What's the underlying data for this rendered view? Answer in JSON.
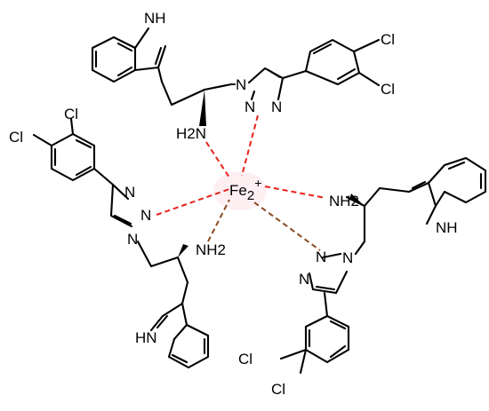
{
  "metal": {
    "symbol": "Fe",
    "subscript": "2",
    "charge": "+"
  },
  "ligands": {
    "top": {
      "nh": "NH",
      "amine": "H2N",
      "cl1": "Cl",
      "cl2": "Cl",
      "triazole": [
        "N",
        "N",
        "N"
      ]
    },
    "left": {
      "cl1": "Cl",
      "cl2": "Cl",
      "triazole": [
        "N",
        "N",
        "N"
      ],
      "amine": "NH2",
      "nh": "HN"
    },
    "right": {
      "amine": "NH2",
      "nh": "NH",
      "triazole": [
        "N",
        "N",
        "N"
      ]
    },
    "bottom": {
      "cl1": "Cl",
      "cl2": "Cl"
    }
  },
  "colors": {
    "coordination_bond": "#e8211b",
    "coordination_bond_alt": "#8a4a21",
    "bond": "#000000",
    "halo": "#fde8ee"
  }
}
